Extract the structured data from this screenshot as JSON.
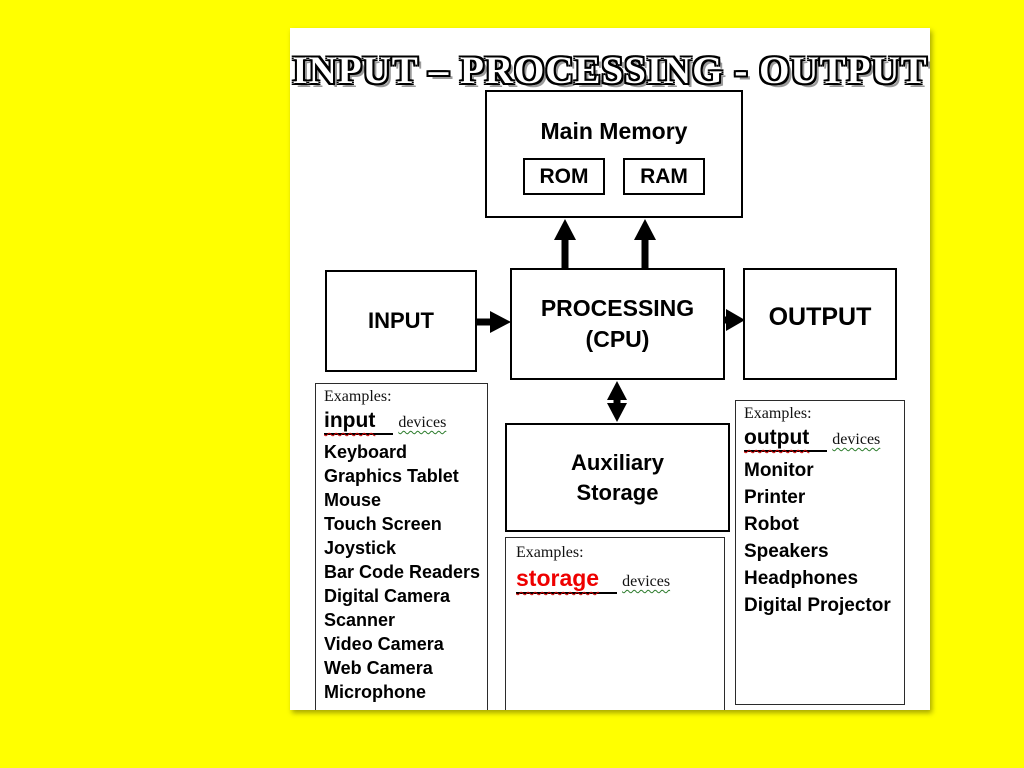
{
  "colors": {
    "background": "#ffff00",
    "slide": "#ffffff",
    "storage_color": "#ee0000"
  },
  "slide": {
    "title": "INPUT – PROCESSING - OUTPUT",
    "main_memory": {
      "label": "Main Memory",
      "rom": "ROM",
      "ram": "RAM"
    },
    "input_label": "INPUT",
    "processing_line1": "PROCESSING",
    "processing_line2": "(CPU)",
    "output_label": "OUTPUT",
    "aux_line1": "Auxiliary",
    "aux_line2": "Storage",
    "input_examples": {
      "heading": "Examples:",
      "keyword": "input",
      "devices": "devices",
      "items": [
        "Keyboard",
        "Graphics Tablet",
        "Mouse",
        "Touch Screen",
        "Joystick",
        "Bar Code Readers",
        "Digital Camera",
        "Scanner",
        "Video Camera",
        "Web Camera",
        "Microphone"
      ]
    },
    "storage_examples": {
      "heading": "Examples:",
      "keyword": "storage",
      "devices": "devices"
    },
    "output_examples": {
      "heading": "Examples:",
      "keyword": "output",
      "devices": "devices",
      "items": [
        "Monitor",
        "Printer",
        "Robot",
        "Speakers",
        "Headphones",
        "Digital Projector"
      ]
    }
  }
}
